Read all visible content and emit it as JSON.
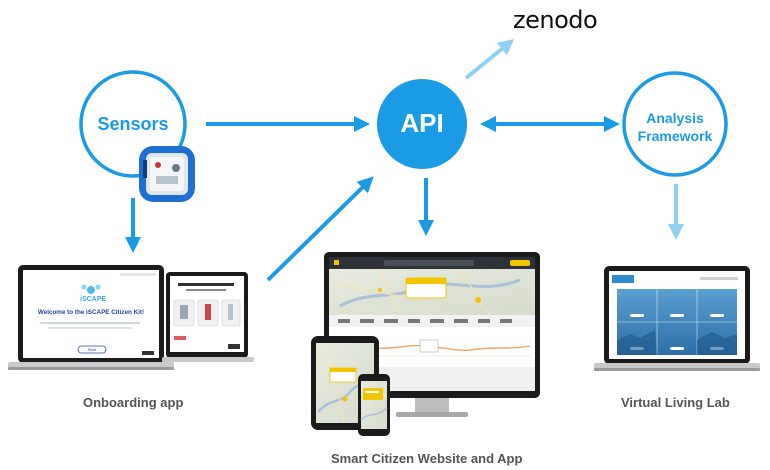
{
  "nodes": {
    "sensors": "Sensors",
    "api": "API",
    "analysis_line1": "Analysis",
    "analysis_line2": "Framework",
    "zenodo": "zenodo"
  },
  "captions": {
    "onboarding": "Onboarding app",
    "smart_citizen": "Smart Citizen Website and App",
    "virtual_lab": "Virtual Living Lab"
  },
  "onboarding_screen": {
    "brand": "iSCAPE",
    "welcome": "Welcome to the iSCAPE Citizen Kit!",
    "button": "Start"
  },
  "colors": {
    "primary": "#1a9be6",
    "light_arrow": "#8fd0f3",
    "caption": "#555555"
  }
}
